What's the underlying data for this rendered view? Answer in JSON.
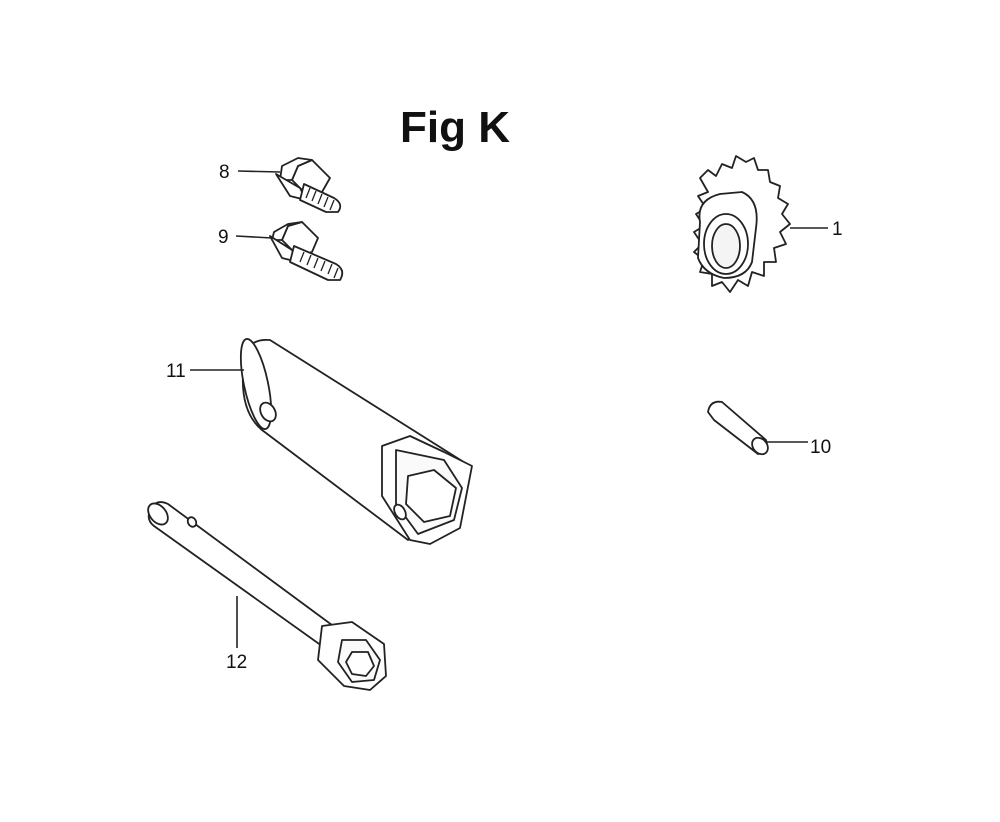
{
  "figure": {
    "title": "Fig K"
  },
  "callouts": {
    "c1": "1",
    "c8": "8",
    "c9": "9",
    "c10": "10",
    "c11": "11",
    "c12": "12"
  }
}
